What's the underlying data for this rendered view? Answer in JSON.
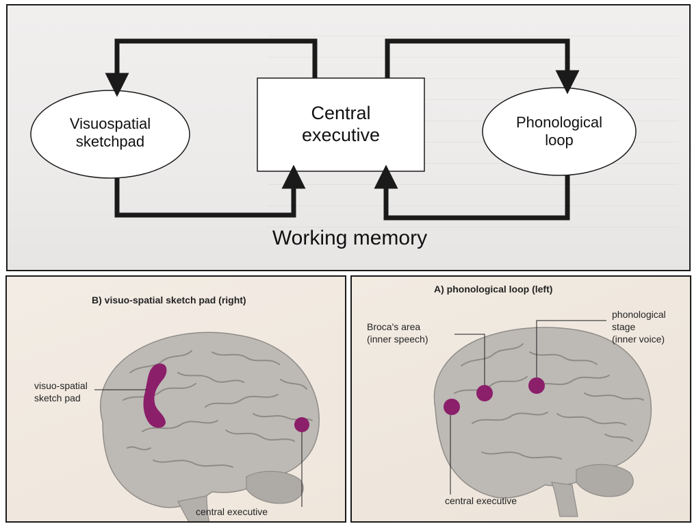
{
  "diagram": {
    "central": {
      "line1": "Central",
      "line2": "executive"
    },
    "left": {
      "line1": "Visuospatial",
      "line2": "sketchpad"
    },
    "right": {
      "line1": "Phonological",
      "line2": "loop"
    },
    "caption": "Working memory"
  },
  "panel_b": {
    "title": "B) visuo-spatial sketch pad  (right)",
    "label_pad_line1": "visuo-spatial",
    "label_pad_line2": "sketch pad",
    "label_central": "central executive"
  },
  "panel_a": {
    "title": "A) phonological loop  (left)",
    "label_broca_line1": "Broca's area",
    "label_broca_line2": "(inner speech)",
    "label_stage_line1": "phonological",
    "label_stage_line2": "stage",
    "label_stage_line3": "(inner voice)",
    "label_central": "central executive"
  },
  "colors": {
    "region": "#8b1f6a",
    "line": "#1a1a1a",
    "brain": "#b9b6b2"
  }
}
